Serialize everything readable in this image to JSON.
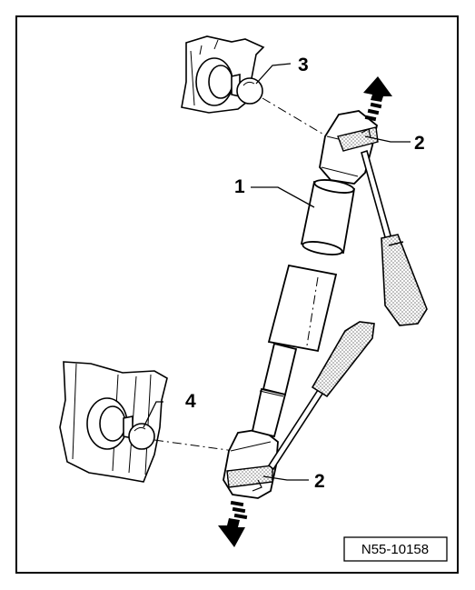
{
  "figure": {
    "callouts": [
      {
        "id": "1",
        "label": "1",
        "part": "sleeve"
      },
      {
        "id": "2a",
        "label": "2",
        "part": "retaining-clip-upper"
      },
      {
        "id": "2b",
        "label": "2",
        "part": "retaining-clip-lower"
      },
      {
        "id": "3",
        "label": "3",
        "part": "ball-stud-upper"
      },
      {
        "id": "4",
        "label": "4",
        "part": "ball-stud-lower"
      }
    ],
    "reference": "N55-10158"
  },
  "colors": {
    "line": "#000000",
    "fill": "#ffffff",
    "arrow": "#000000",
    "stipple": "#9a9a9a"
  },
  "icons": {
    "arrow_up": "arrow-up-icon",
    "arrow_down": "arrow-down-icon"
  }
}
